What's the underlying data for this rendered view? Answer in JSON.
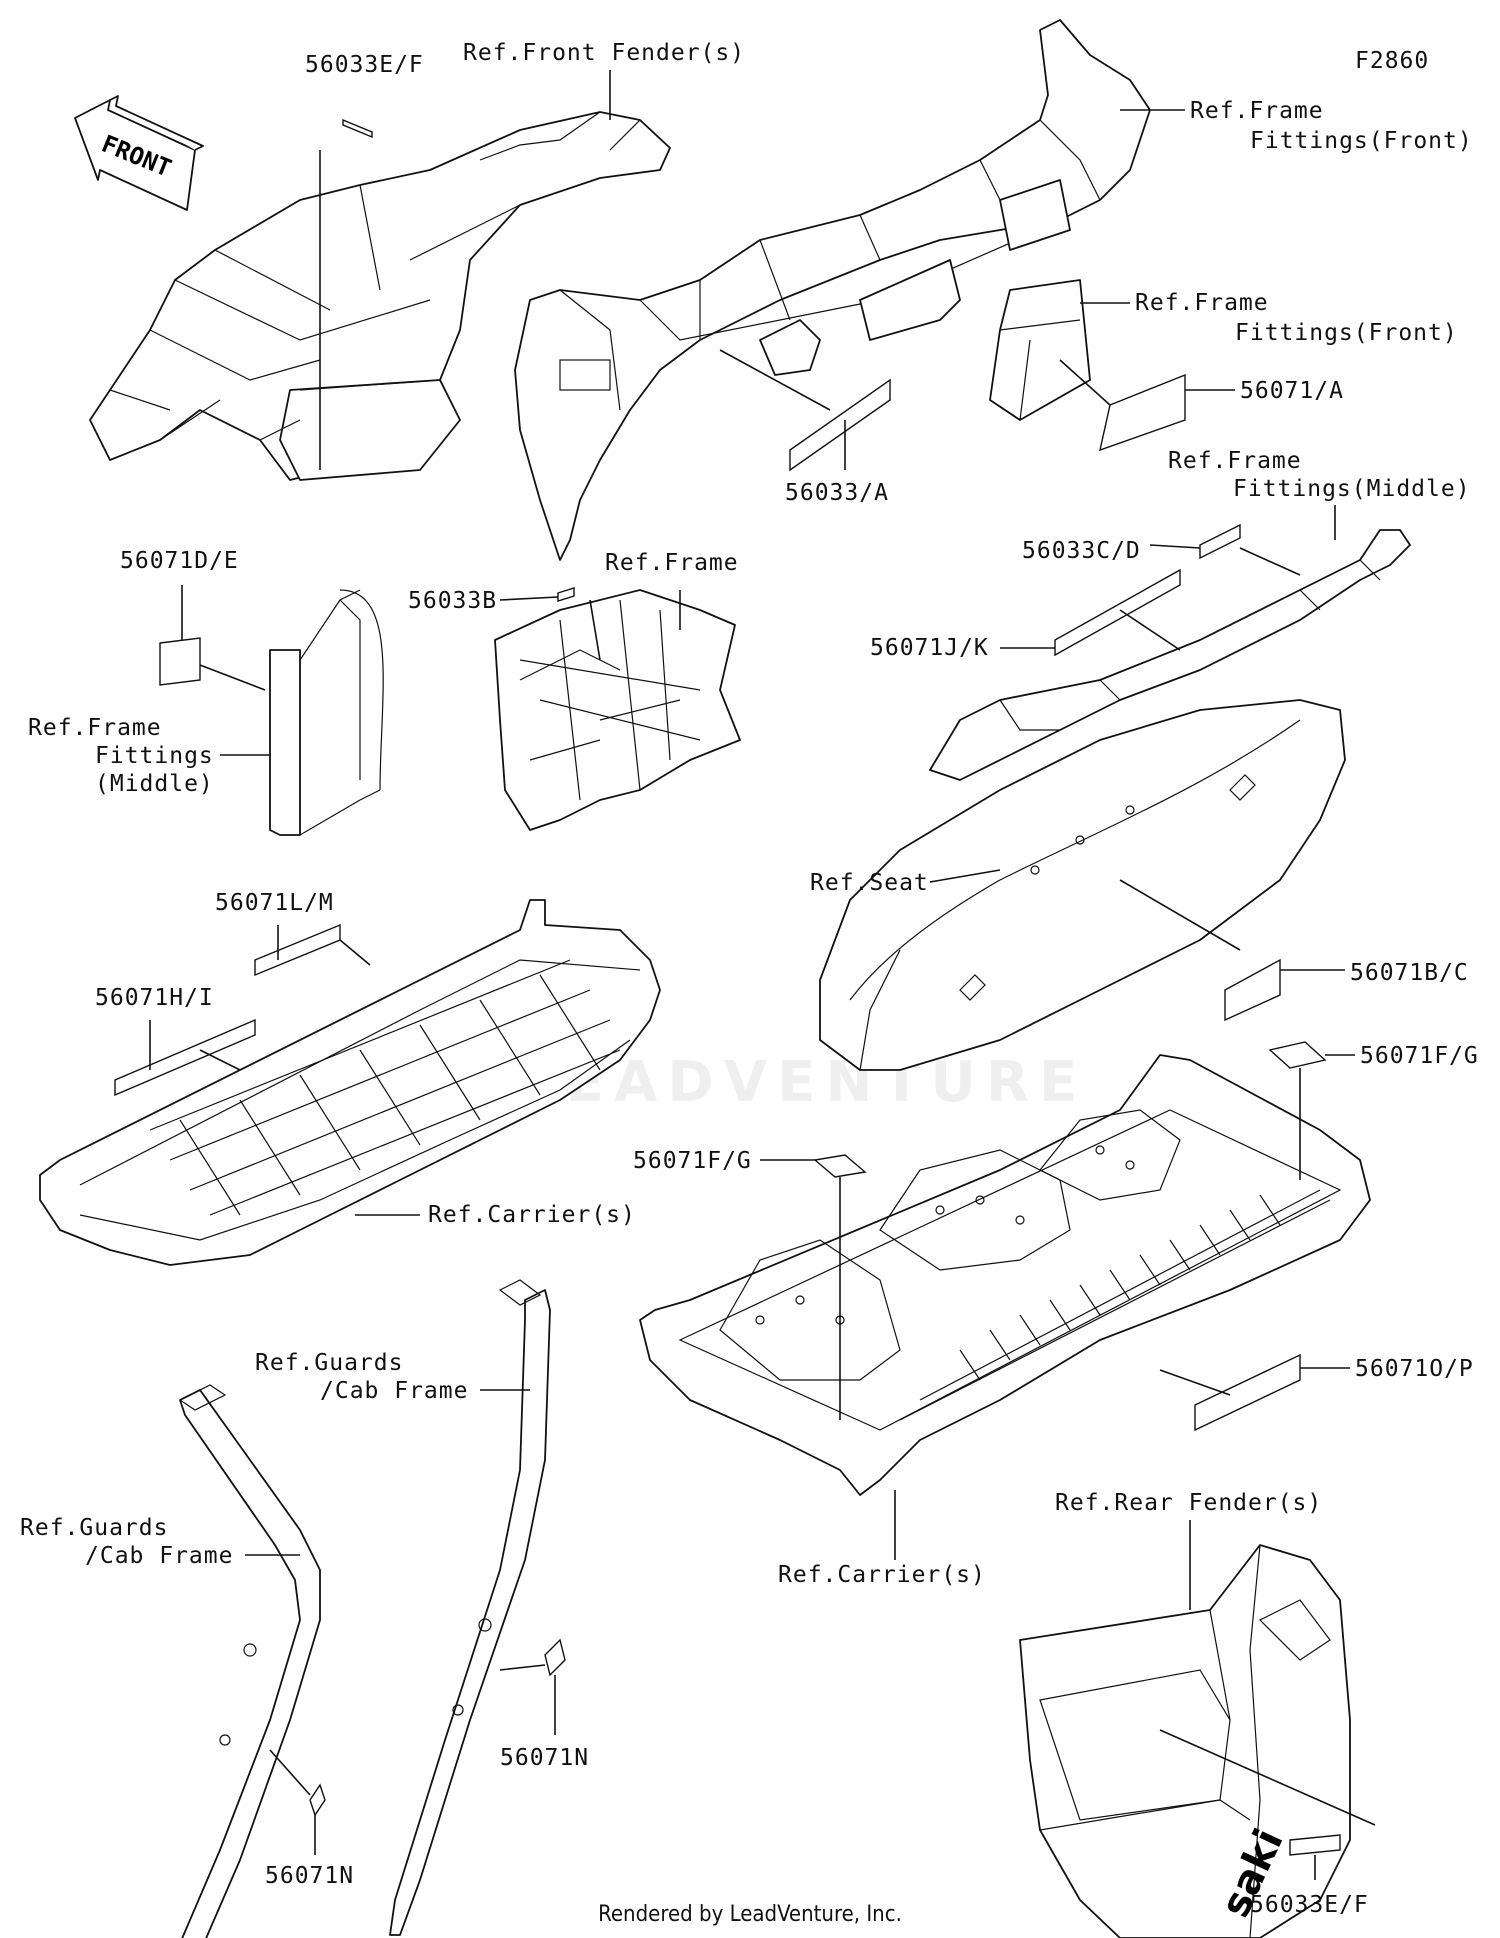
{
  "figure_code": "F2860",
  "front_arrow": "FRONT",
  "labels": {
    "l_56033EF_top": "56033E/F",
    "l_front_fender": "Ref.Front Fender(s)",
    "l_ff_front_1a": "Ref.Frame",
    "l_ff_front_1b": "Fittings(Front)",
    "l_ff_front_2a": "Ref.Frame",
    "l_ff_front_2b": "Fittings(Front)",
    "l_56071A": "56071/A",
    "l_56033A": "56033/A",
    "l_ff_middle_a": "Ref.Frame",
    "l_ff_middle_b": "Fittings(Middle)",
    "l_56033CD": "56033C/D",
    "l_56071JK": "56071J/K",
    "l_56071DE": "56071D/E",
    "l_ref_frame": "Ref.Frame",
    "l_56033B": "56033B",
    "l_ffm_left_a": "Ref.Frame",
    "l_ffm_left_b": "Fittings",
    "l_ffm_left_c": "(Middle)",
    "l_ref_seat": "Ref.Seat",
    "l_56071BC": "56071B/C",
    "l_56071LM": "56071L/M",
    "l_56071HI": "56071H/I",
    "l_56071FG_r": "56071F/G",
    "l_56071FG_l": "56071F/G",
    "l_carrier_l": "Ref.Carrier(s)",
    "l_56071OP": "56071O/P",
    "l_guards_1a": "Ref.Guards",
    "l_guards_1b": "/Cab Frame",
    "l_guards_2a": "Ref.Guards",
    "l_guards_2b": "/Cab Frame",
    "l_carrier_r": "Ref.Carrier(s)",
    "l_rear_fender": "Ref.Rear Fender(s)",
    "l_56071N_l": "56071N",
    "l_56071N_r": "56071N",
    "l_56033EF_bot": "56033E/F"
  },
  "watermark": "LEADVENTURE",
  "footer": "Rendered by LeadVenture, Inc."
}
